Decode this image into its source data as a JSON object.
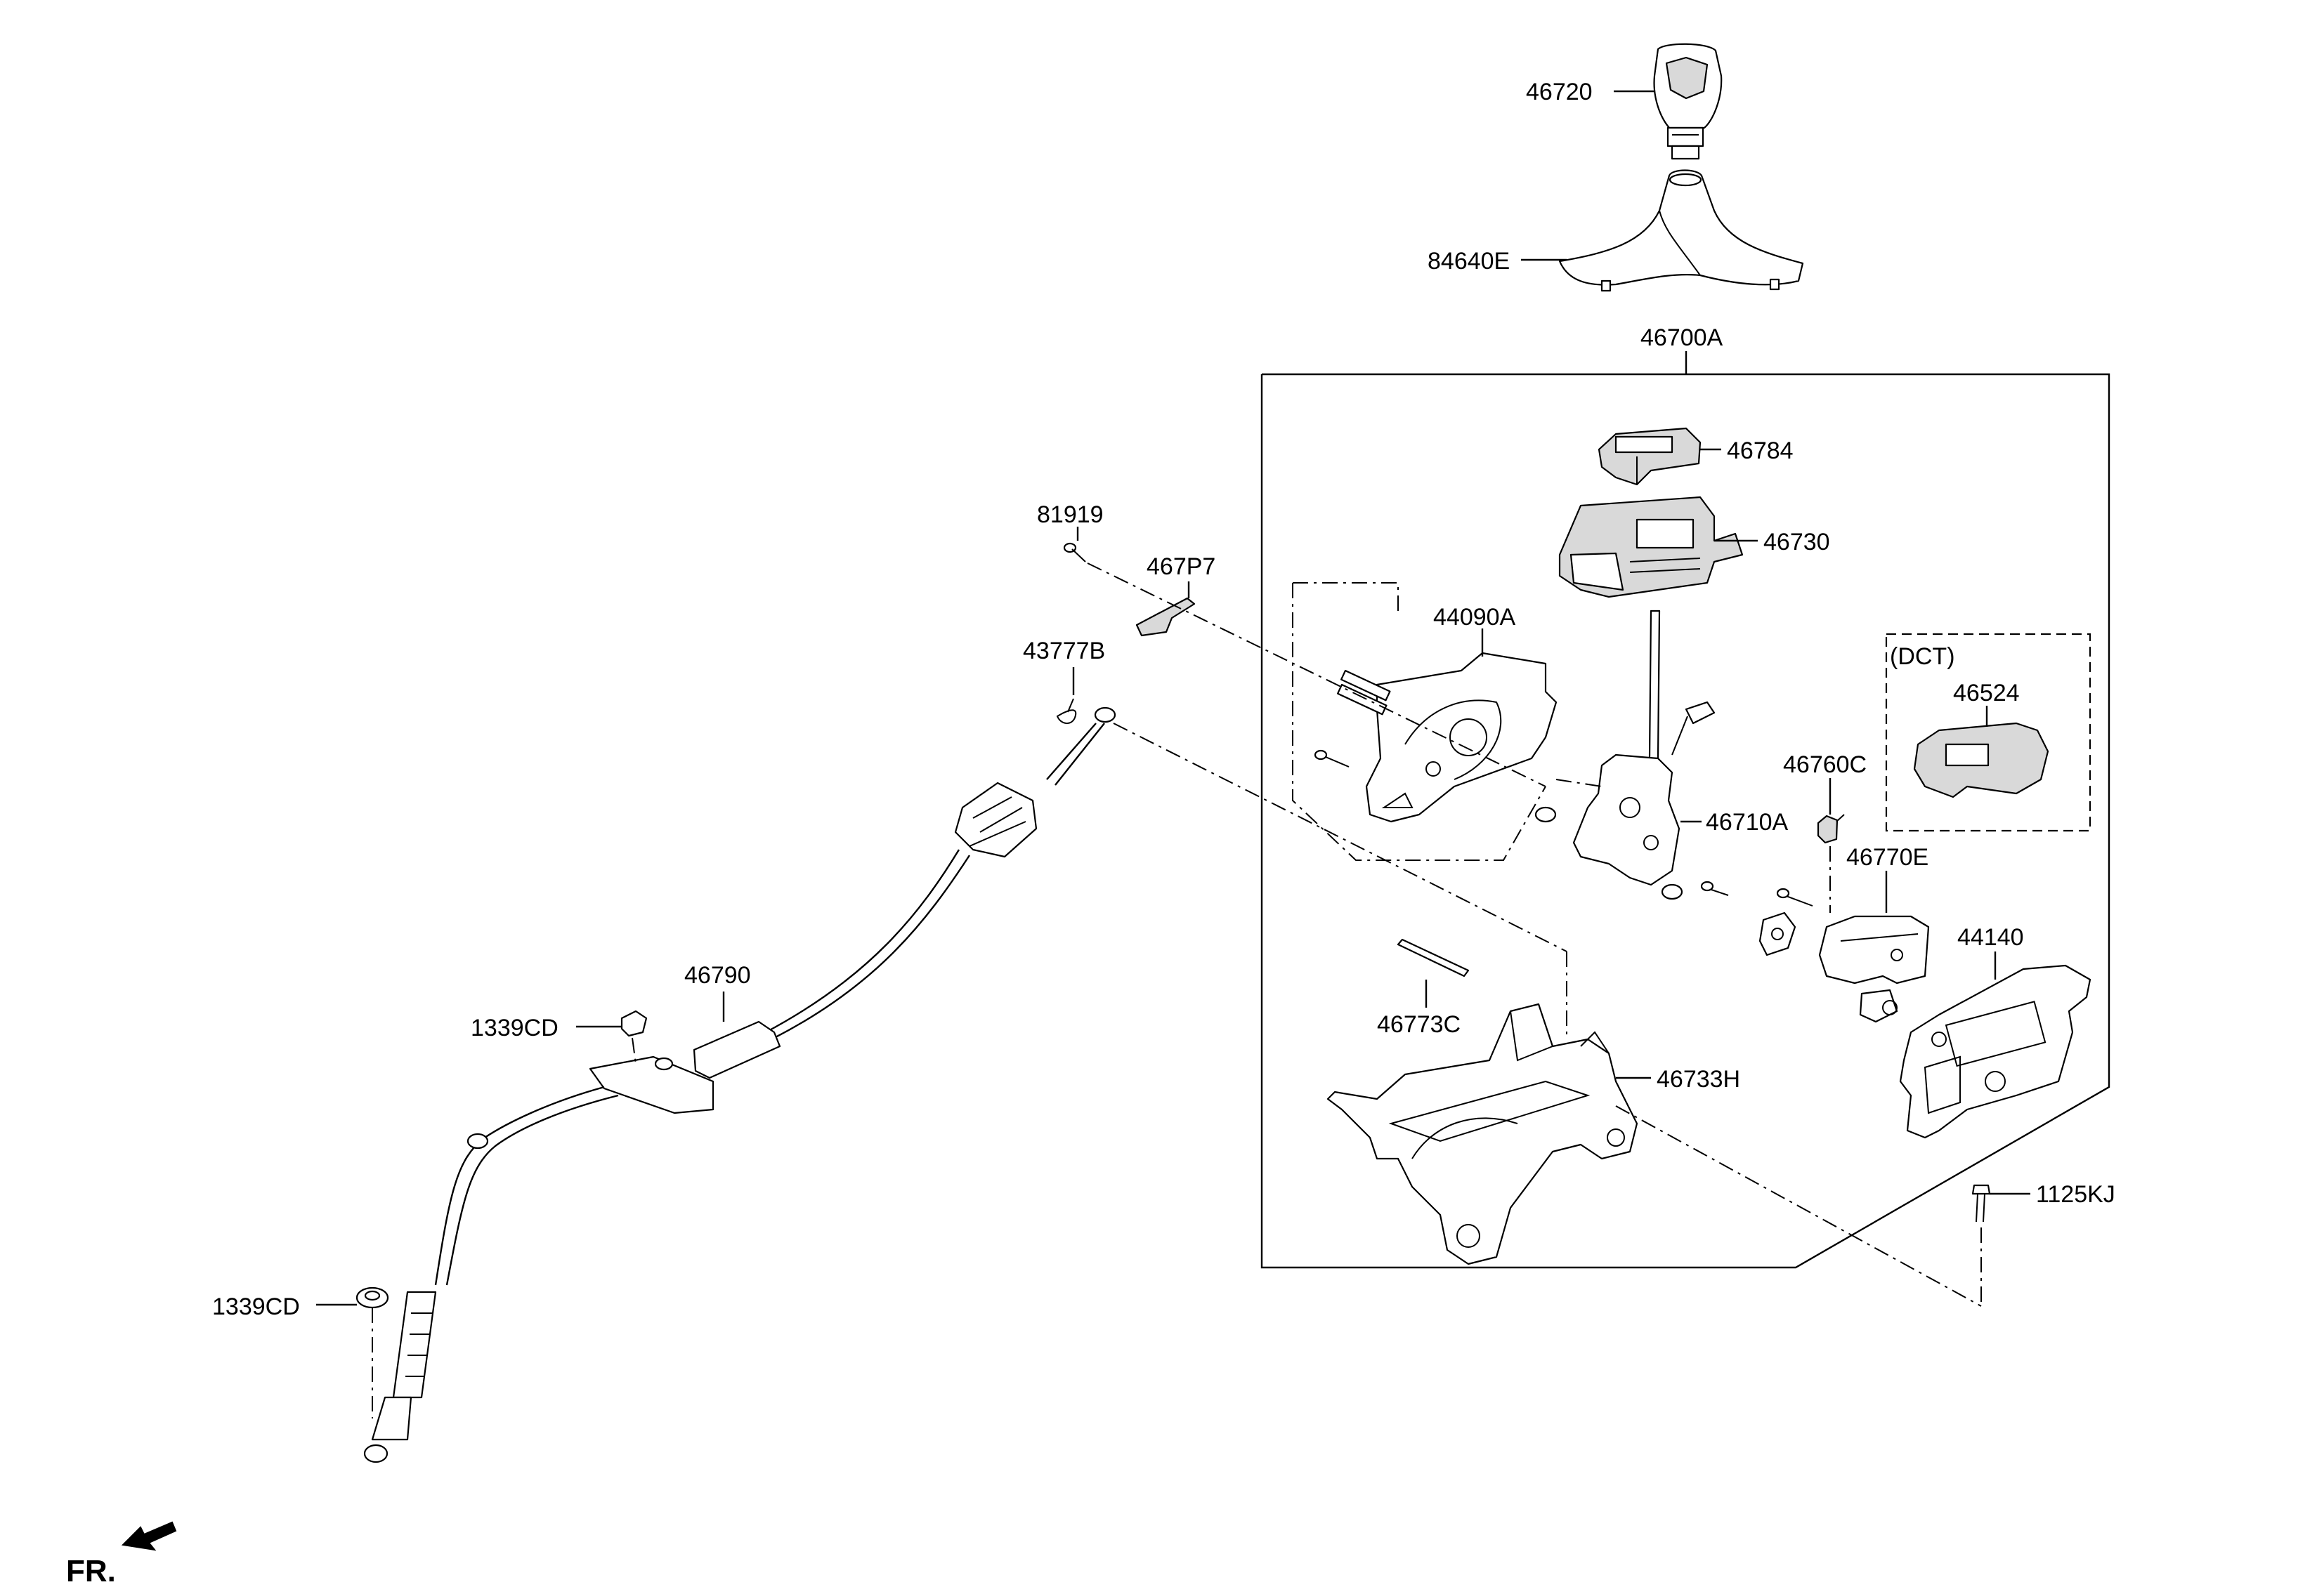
{
  "labels": {
    "p46720": "46720",
    "p84640E": "84640E",
    "p46700A": "46700A",
    "p46784": "46784",
    "p46730": "46730",
    "p81919": "81919",
    "p467P7": "467P7",
    "p43777B": "43777B",
    "p44090A": "44090A",
    "dct": "(DCT)",
    "p46524": "46524",
    "p46760C": "46760C",
    "p46710A": "46710A",
    "p46770E": "46770E",
    "p44140": "44140",
    "p46790": "46790",
    "p1339CD_a": "1339CD",
    "p46773C": "46773C",
    "p46733H": "46733H",
    "p1125KJ": "1125KJ",
    "p1339CD_b": "1339CD",
    "fr": "FR."
  },
  "icons": {
    "front_arrow": "arrow-icon"
  }
}
